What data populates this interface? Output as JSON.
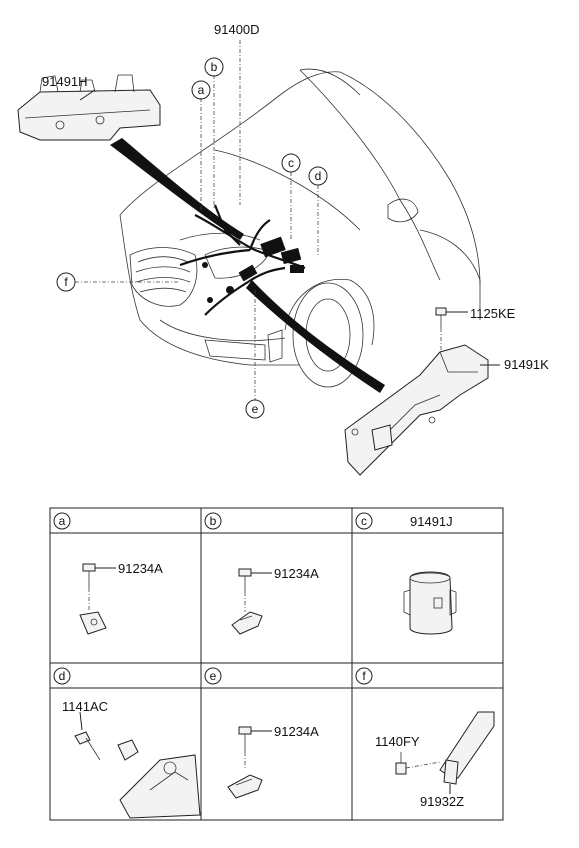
{
  "diagram": {
    "main_labels": {
      "harness": "91400D",
      "left_bracket": "91491H",
      "bolt_right": "1125KE",
      "right_bracket": "91491K"
    },
    "callouts": [
      "a",
      "b",
      "c",
      "d",
      "e",
      "f"
    ],
    "table": {
      "cells": [
        {
          "key": "a",
          "title": "",
          "part": "91234A"
        },
        {
          "key": "b",
          "title": "",
          "part": "91234A"
        },
        {
          "key": "c",
          "title": "91491J",
          "part": ""
        },
        {
          "key": "d",
          "title": "",
          "part": "1141AC"
        },
        {
          "key": "e",
          "title": "",
          "part": "91234A"
        },
        {
          "key": "f",
          "title": "",
          "part": "1140FY",
          "part2": "91932Z"
        }
      ]
    }
  }
}
